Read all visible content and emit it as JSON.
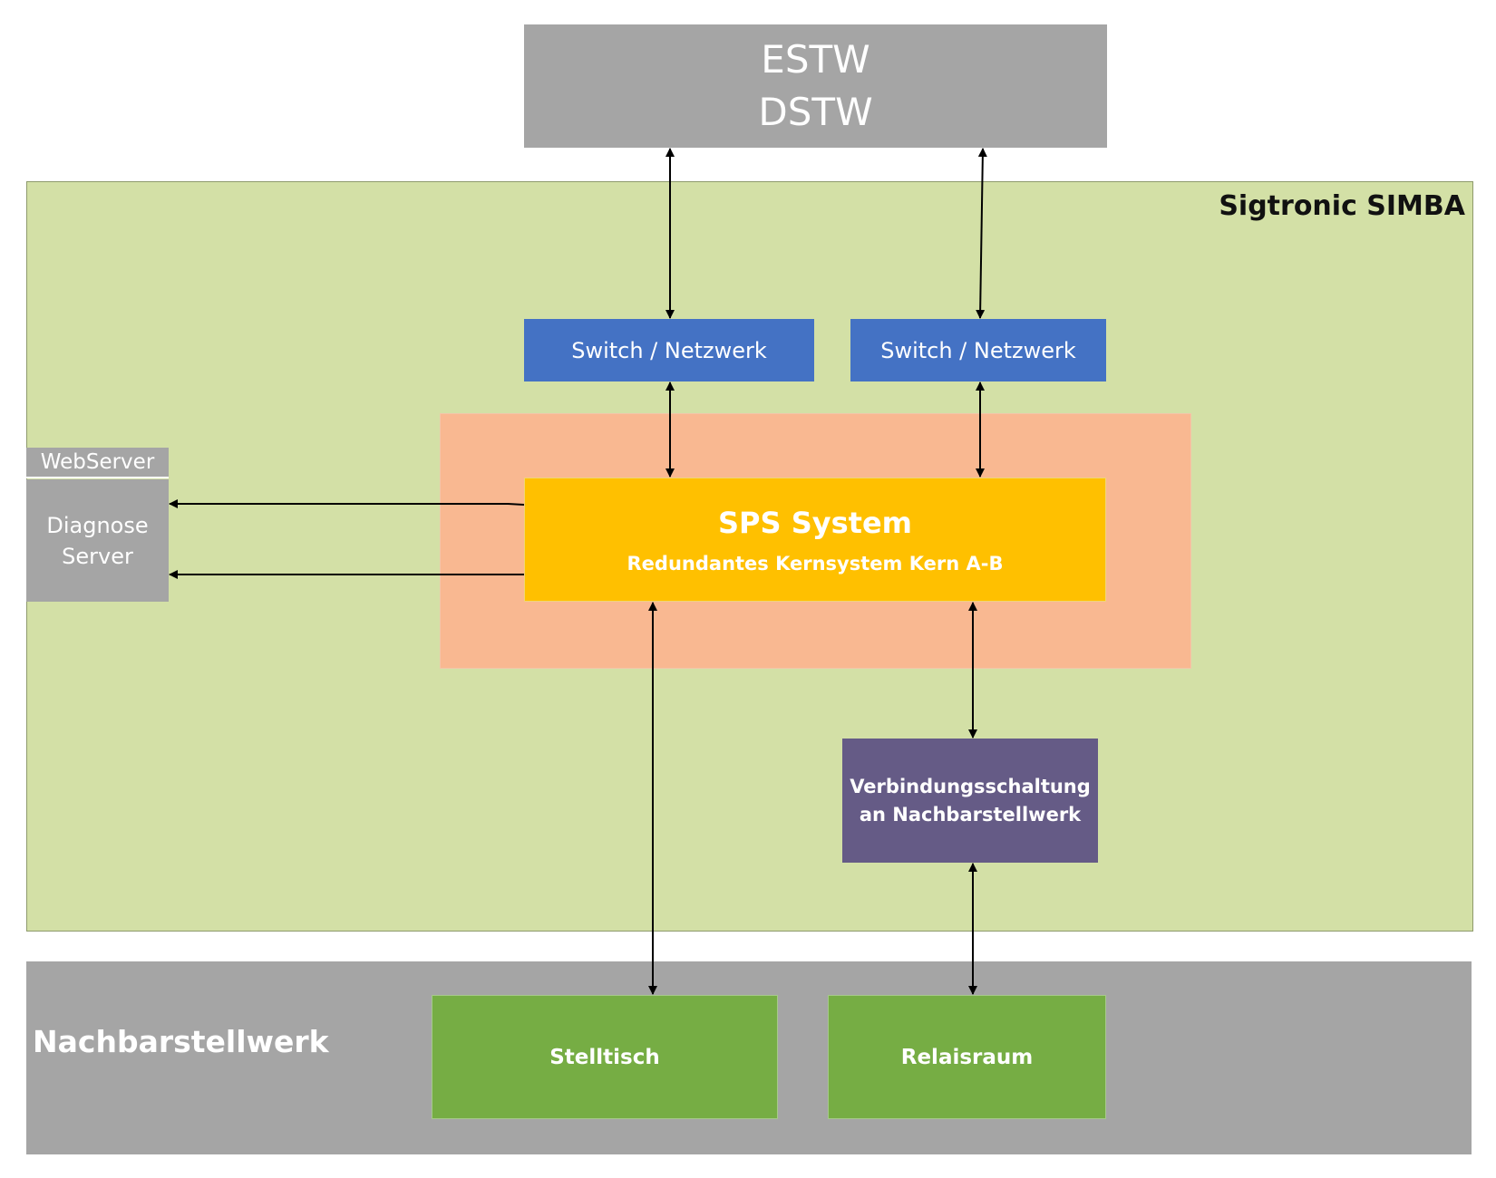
{
  "estw": {
    "line1": "ESTW",
    "line2": "DSTW"
  },
  "simba": {
    "title": "Sigtronic SIMBA"
  },
  "switches": {
    "left": "Switch / Netzwerk",
    "right": "Switch / Netzwerk"
  },
  "sps": {
    "title": "SPS System",
    "subtitle": "Redundantes Kernsystem Kern A-B"
  },
  "webserver": {
    "label": "WebServer",
    "diagnose_line1": "Diagnose",
    "diagnose_line2": "Server"
  },
  "verbindung": {
    "line1": "Verbindungsschaltung",
    "line2": "an Nachbarstellwerk"
  },
  "nachbar": {
    "title": "Nachbarstellwerk",
    "stelltisch": "Stelltisch",
    "relaisraum": "Relaisraum"
  },
  "colors": {
    "estw": "#a5a5a5",
    "simba": "#d3e0a6",
    "switch": "#4472c4",
    "core_frame": "#f9b891",
    "sps": "#ffc000",
    "verbindung": "#655b86",
    "nachbar": "#a5a5a5",
    "green_box": "#76ad44",
    "arrow": "#000000"
  }
}
